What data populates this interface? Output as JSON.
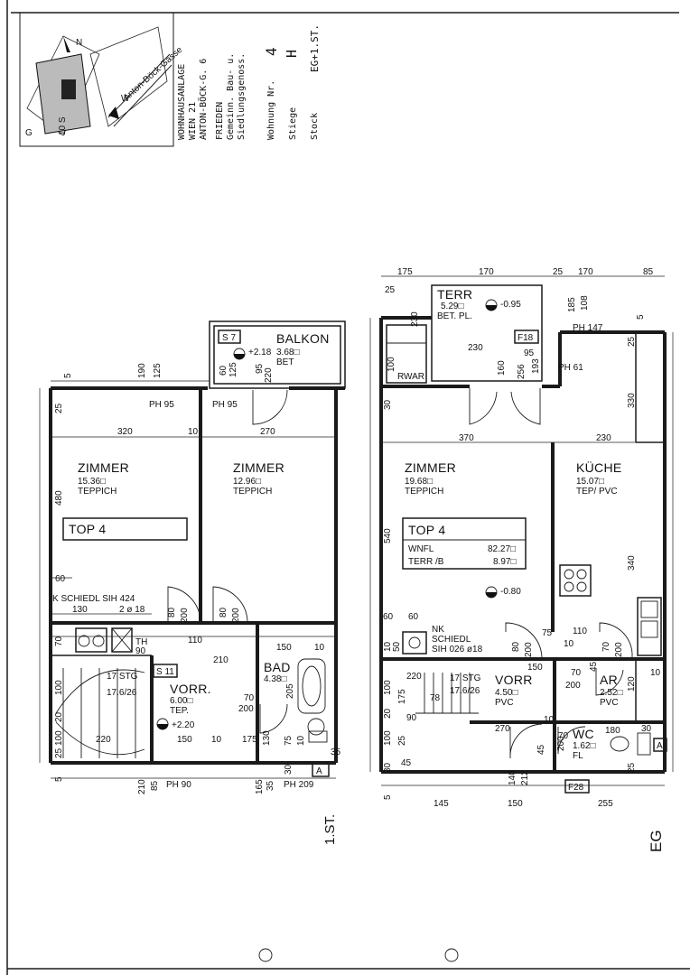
{
  "header": {
    "lines": [
      "WOHNHAUSANLAGE",
      "WIEN 21",
      "ANTON-BÖCK-G. 6",
      "FRIEDEN",
      "Gemeinn. Bau- u.",
      "Siedlungsgenoss."
    ],
    "wohnung_label": "Wohnung Nr.",
    "wohnung_value": "4",
    "stiege_label": "Stiege",
    "stiege_value": "H",
    "stock_label": "Stock",
    "stock_value": "EG+1.ST.",
    "site_street": "Anton-Böck-Gasse",
    "site_n": "N",
    "site_w": "W",
    "site_g": "G",
    "site_num": "10 S"
  },
  "floor_labels": {
    "upper": "1.ST.",
    "ground": "EG"
  },
  "upper": {
    "rooms": {
      "balkon": {
        "tag": "S 7",
        "name": "BALKON",
        "level": "+2.18",
        "area": "3.68□",
        "floor": "BET"
      },
      "zimmer1": {
        "name": "ZIMMER",
        "area": "15.36□",
        "floor": "TEPPICH"
      },
      "zimmer2": {
        "name": "ZIMMER",
        "area": "12.96□",
        "floor": "TEPPICH"
      },
      "top": "TOP 4",
      "schiedl": "K  SCHIEDL  SIH 424",
      "schiedl2": "2 ø 18",
      "vorr": {
        "tag": "S 11",
        "name": "VORR.",
        "area": "6.00□",
        "floor": "TEP.",
        "level": "+2.20"
      },
      "bad": {
        "name": "BAD",
        "area": "4.38□"
      },
      "stair": {
        "stg": "17 STG",
        "ratio": "17.6/26"
      },
      "th": "TH",
      "a": "A"
    },
    "dims": {
      "d190": "190",
      "d125": "125",
      "d5": "5",
      "ph95a": "PH 95",
      "ph95b": "PH 95",
      "d60": "60",
      "d125b": "125",
      "d95": "95",
      "d220": "220",
      "d25": "25",
      "d320": "320",
      "d10": "10",
      "d270": "270",
      "d480": "480",
      "d60b": "60",
      "d130": "130",
      "d80a": "80",
      "d200a": "200",
      "d80b": "80",
      "d200b": "200",
      "d110": "110",
      "d210": "210",
      "d150": "150",
      "d10b": "10",
      "d90": "90",
      "d70": "70",
      "d70b": "70",
      "d200c": "200",
      "d205": "205",
      "d100": "100",
      "d20": "20",
      "d100b": "100",
      "d220b": "220",
      "d150b": "150",
      "d10c": "10",
      "d175": "175",
      "d130b": "130",
      "d75": "75",
      "d10d": "10",
      "d35": "35",
      "d25b": "25",
      "d210b": "210",
      "d85": "85",
      "ph90": "PH 90",
      "d165": "165",
      "d35b": "35",
      "d30": "30",
      "ph209": "PH 209",
      "d5b": "5"
    }
  },
  "ground": {
    "rooms": {
      "terr": {
        "name": "TERR",
        "area": "5.29□",
        "floor": "BET. PL.",
        "level": "-0.95"
      },
      "f18": "F18",
      "rwar": "RWAR",
      "zimmer": {
        "name": "ZIMMER",
        "area": "19.68□",
        "floor": "TEPPICH"
      },
      "kueche": {
        "name": "KÜCHE",
        "area": "15.07□",
        "floor": "TEP/ PVC"
      },
      "top": {
        "title": "TOP 4",
        "wnfl_label": "WNFL",
        "wnfl_value": "82.27□",
        "terr_label": "TERR /B",
        "terr_value": "8.97□"
      },
      "level080": "-0.80",
      "nk": {
        "line1": "NK",
        "line2": "SCHIEDL",
        "line3": "SIH 026 ø18"
      },
      "vorr": {
        "name": "VORR",
        "area": "4.50□",
        "floor": "PVC"
      },
      "ar": {
        "name": "AR",
        "area": "2.52□",
        "floor": "PVC"
      },
      "wc": {
        "name": "WC",
        "area": "1.62□",
        "floor": "FL"
      },
      "stair": {
        "stg": "17 STG",
        "ratio": "17.6/26"
      },
      "f28": "F28",
      "a": "A"
    },
    "dims": {
      "d175": "175",
      "d170": "170",
      "d25": "25",
      "d170b": "170",
      "d85": "85",
      "d25b": "25",
      "d230": "230",
      "d185": "185",
      "d108": "108",
      "ph147": "PH 147",
      "d5": "5",
      "d25c": "25",
      "d230b": "230",
      "d95": "95",
      "d193": "193",
      "d160": "160",
      "d256": "256",
      "ph61": "PH 61",
      "d100": "100",
      "d30": "30",
      "d330": "330",
      "d370": "370",
      "d230c": "230",
      "d540": "540",
      "d340": "340",
      "d60a": "60",
      "d60b": "60",
      "d75": "75",
      "d110": "110",
      "d10": "10",
      "d50": "50",
      "d80": "80",
      "d200": "200",
      "d10b": "10",
      "d70": "70",
      "d200b": "200",
      "d220": "220",
      "d150": "150",
      "d70b": "70",
      "d200c": "200",
      "d45": "45",
      "d120": "120",
      "d10c": "10",
      "d100b": "100",
      "d175b": "175",
      "d78": "78",
      "d20": "20",
      "d90": "90",
      "d270": "270",
      "d10d": "10",
      "d180": "180",
      "d30b": "30",
      "d100c": "100",
      "d25d": "25",
      "d45b": "45",
      "d30c": "30",
      "d140": "140",
      "d212": "212",
      "d45c": "45",
      "d200d": "200",
      "d70c": "70",
      "d145": "145",
      "d150b": "150",
      "d255": "255",
      "d5b": "5",
      "d25e": "25"
    }
  }
}
